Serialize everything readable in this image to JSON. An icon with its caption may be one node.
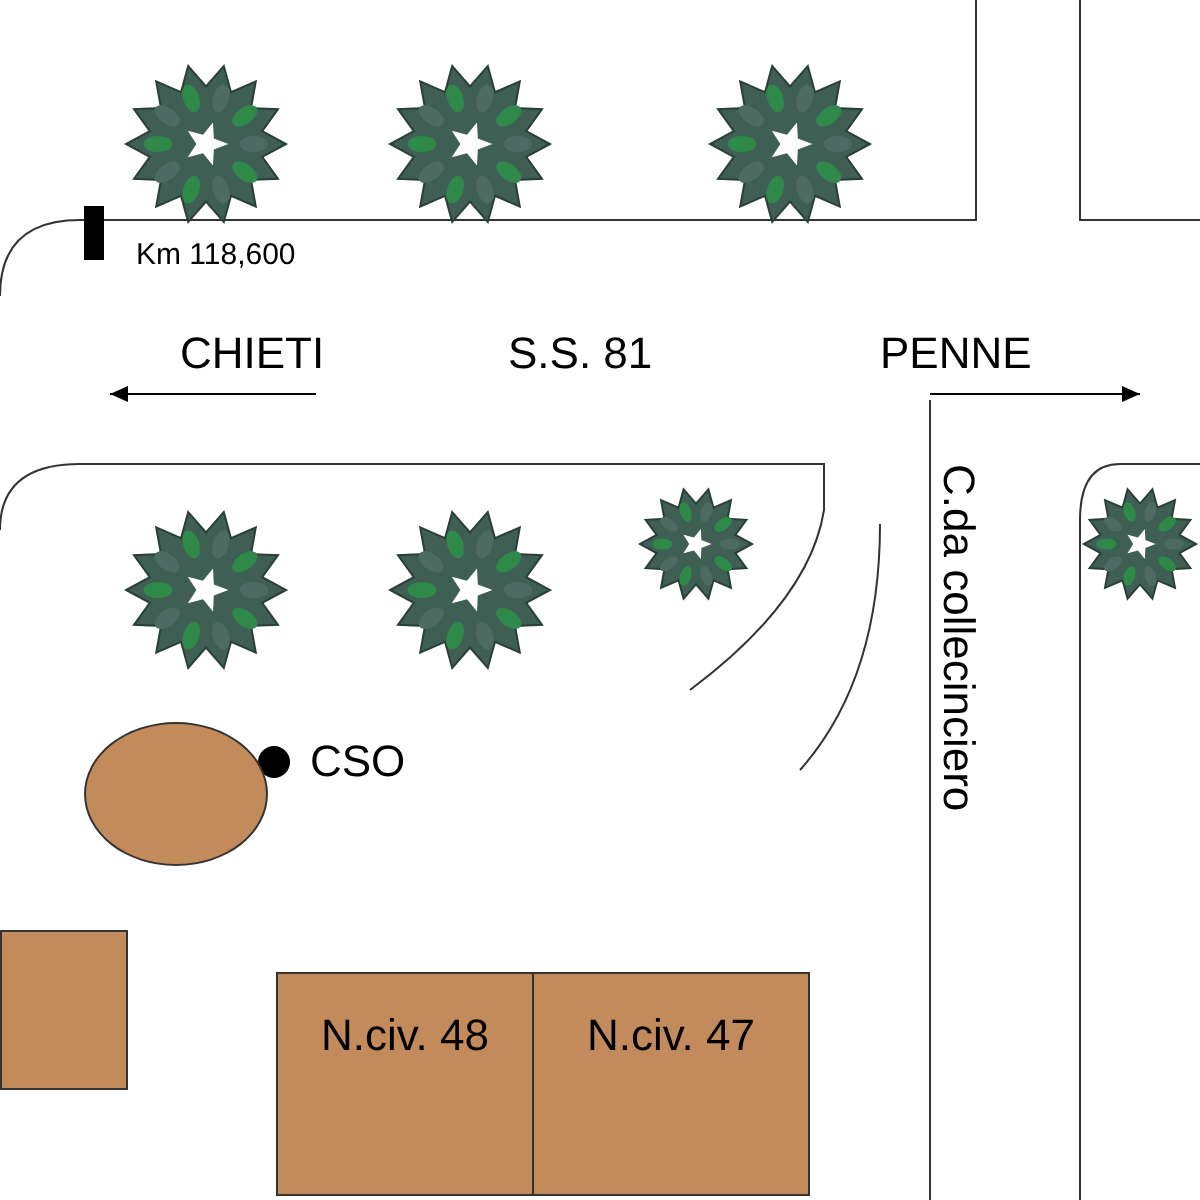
{
  "diagram": {
    "nodes": [
      {
        "text": [],
        "shape": "ellipse"
      },
      {
        "text": [],
        "shape": "box"
      },
      {
        "text": [
          "N.civ. 48"
        ]
      },
      {
        "text": [
          "N.civ. 47"
        ]
      }
    ],
    "labels": [
      "Km 118,600",
      "CHIETI",
      "S.S. 81",
      "PENNE",
      "C.da collecinciero",
      "CSO"
    ]
  }
}
